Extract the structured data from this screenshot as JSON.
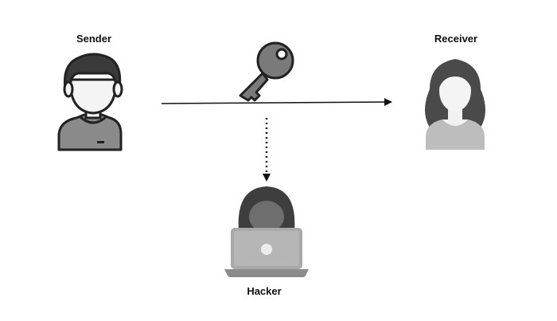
{
  "labels": {
    "sender": "Sender",
    "receiver": "Receiver",
    "hacker": "Hacker"
  },
  "icons": {
    "sender": "male-user-icon",
    "receiver": "female-user-icon",
    "key": "key-icon",
    "hacker": "hooded-hacker-laptop-icon"
  },
  "connectors": {
    "message_flow": "solid-arrow",
    "interception": "dotted-arrow"
  },
  "colors": {
    "background": "#ffffff",
    "dark": "#333333",
    "mid": "#7a7a7a",
    "light": "#b8b8b8"
  }
}
